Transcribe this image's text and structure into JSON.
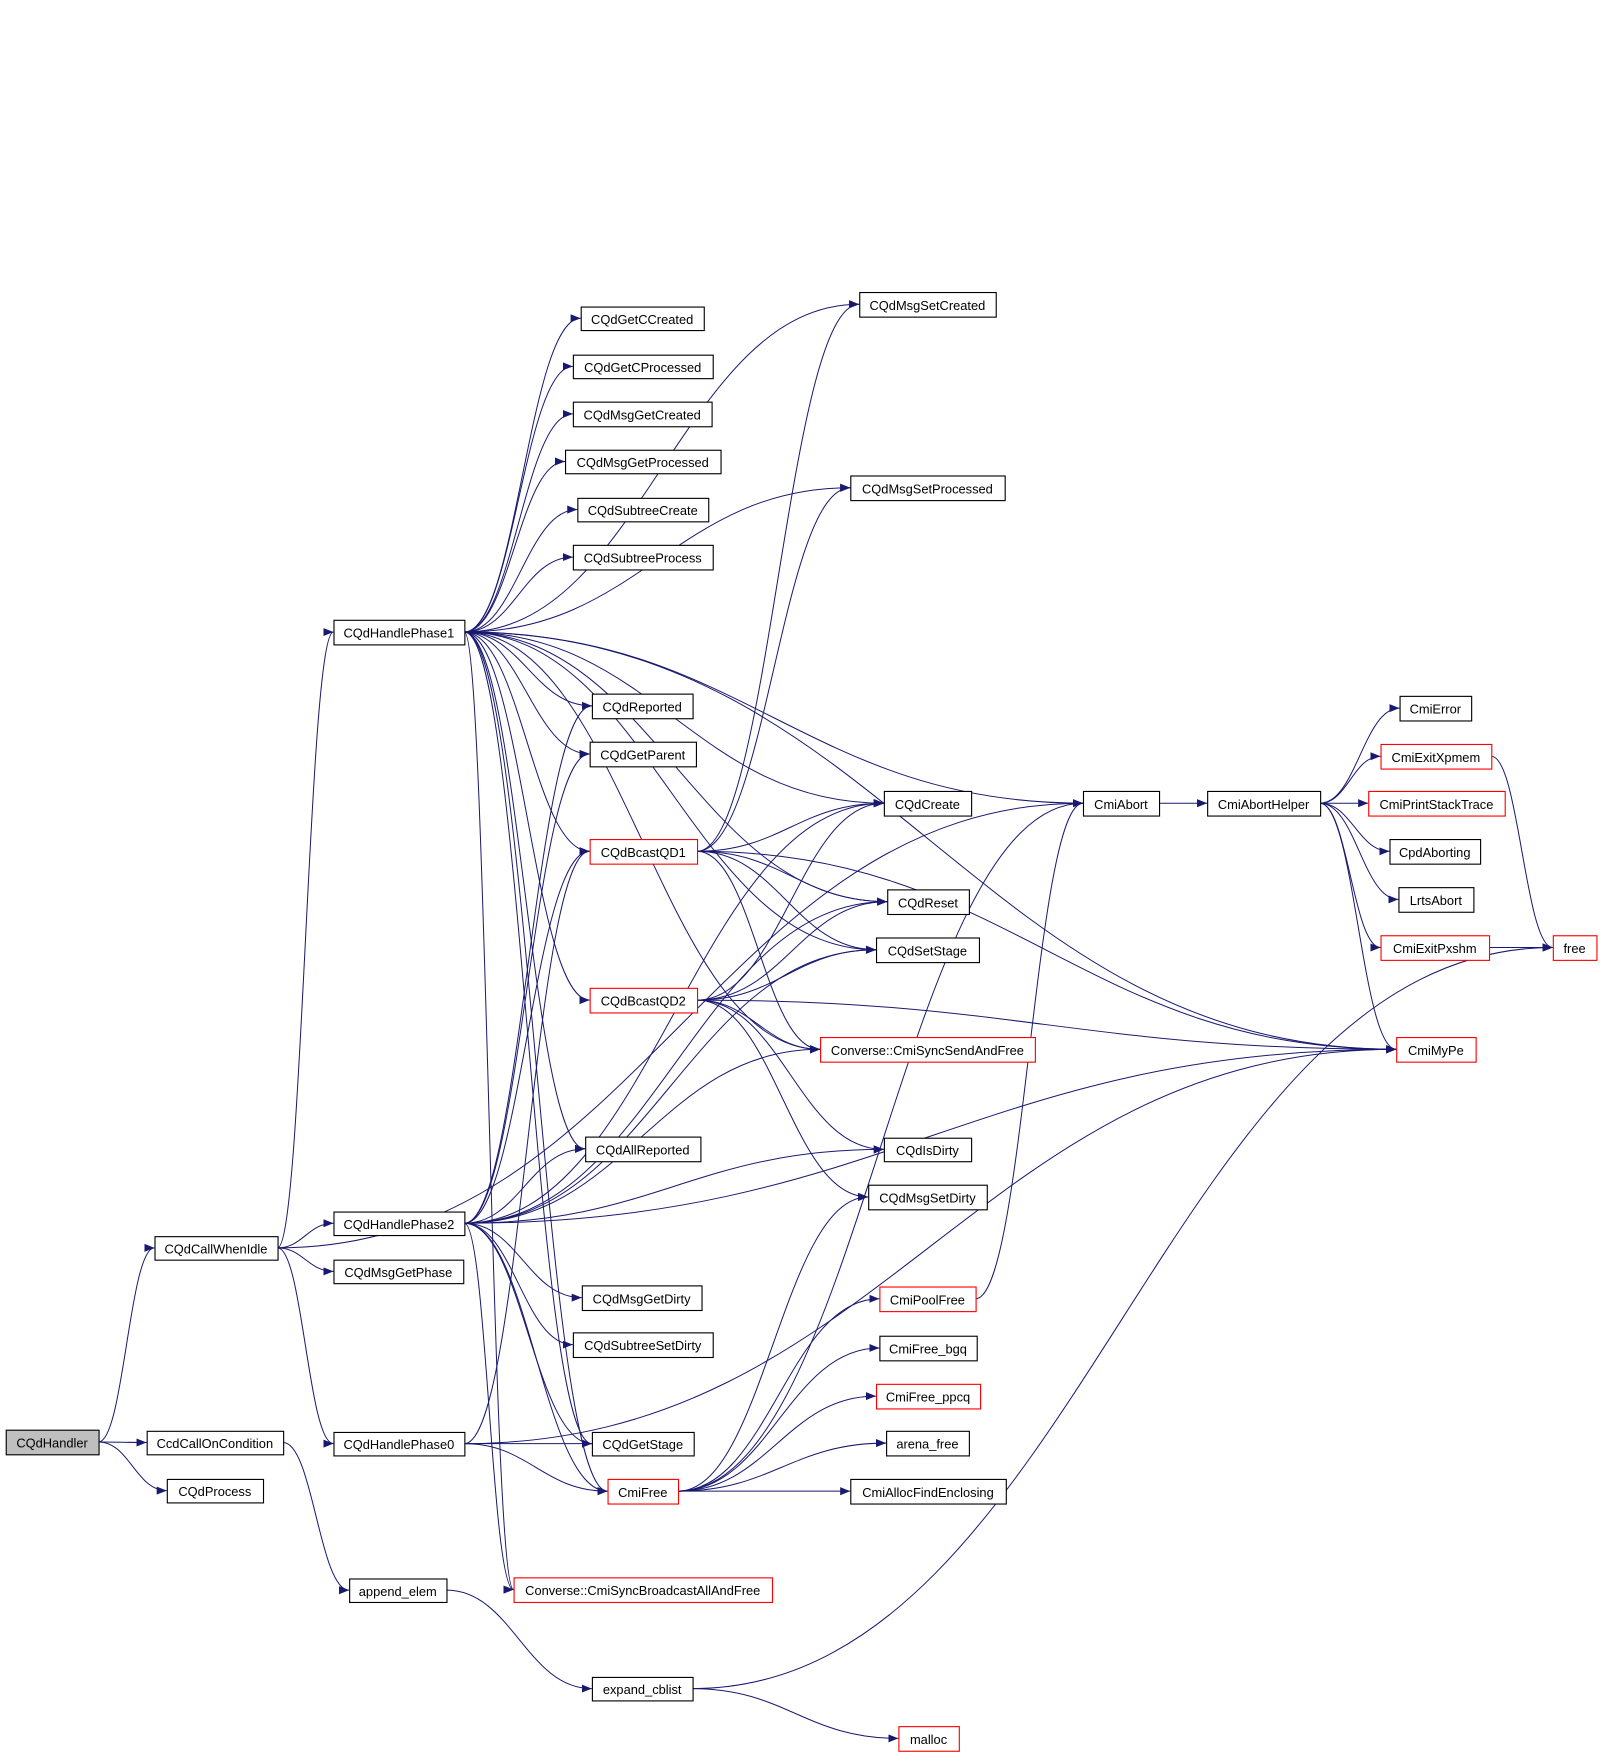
{
  "colors": {
    "edge": "#191970",
    "node_border": "#000000",
    "truncated_border": "#ff0000",
    "root_fill": "#bfbfbf"
  },
  "nodes": [
    {
      "id": "CQdHandler",
      "label": "CQdHandler",
      "style": "root"
    },
    {
      "id": "CcdCallOnCondition",
      "label": "CcdCallOnCondition"
    },
    {
      "id": "CQdProcess",
      "label": "CQdProcess"
    },
    {
      "id": "CQdCallWhenIdle",
      "label": "CQdCallWhenIdle"
    },
    {
      "id": "CQdMsgGetPhase",
      "label": "CQdMsgGetPhase"
    },
    {
      "id": "CQdHandlePhase2",
      "label": "CQdHandlePhase2"
    },
    {
      "id": "CQdHandlePhase0",
      "label": "CQdHandlePhase0"
    },
    {
      "id": "CQdHandlePhase1",
      "label": "CQdHandlePhase1"
    },
    {
      "id": "append_elem",
      "label": "append_elem"
    },
    {
      "id": "expand_cblist",
      "label": "expand_cblist"
    },
    {
      "id": "malloc",
      "label": "malloc",
      "style": "red"
    },
    {
      "id": "CQdGetCCreated",
      "label": "CQdGetCCreated"
    },
    {
      "id": "CQdGetCProcessed",
      "label": "CQdGetCProcessed"
    },
    {
      "id": "CQdMsgGetCreated",
      "label": "CQdMsgGetCreated"
    },
    {
      "id": "CQdMsgGetProcessed",
      "label": "CQdMsgGetProcessed"
    },
    {
      "id": "CQdSubtreeCreate",
      "label": "CQdSubtreeCreate"
    },
    {
      "id": "CQdSubtreeProcess",
      "label": "CQdSubtreeProcess"
    },
    {
      "id": "CQdReported",
      "label": "CQdReported"
    },
    {
      "id": "CQdGetParent",
      "label": "CQdGetParent"
    },
    {
      "id": "CQdBcastQD1",
      "label": "CQdBcastQD1",
      "style": "red"
    },
    {
      "id": "CQdBcastQD2",
      "label": "CQdBcastQD2",
      "style": "red"
    },
    {
      "id": "CQdAllReported",
      "label": "CQdAllReported"
    },
    {
      "id": "CQdMsgGetDirty",
      "label": "CQdMsgGetDirty"
    },
    {
      "id": "CQdSubtreeSetDirty",
      "label": "CQdSubtreeSetDirty"
    },
    {
      "id": "CQdGetStage",
      "label": "CQdGetStage"
    },
    {
      "id": "CmiFree",
      "label": "CmiFree",
      "style": "red"
    },
    {
      "id": "CmiSyncBroadcastAllAndFree",
      "label": "Converse::CmiSyncBroadcastAllAndFree",
      "style": "red"
    },
    {
      "id": "CQdMsgSetCreated",
      "label": "CQdMsgSetCreated"
    },
    {
      "id": "CQdMsgSetProcessed",
      "label": "CQdMsgSetProcessed"
    },
    {
      "id": "CQdCreate",
      "label": "CQdCreate"
    },
    {
      "id": "CQdReset",
      "label": "CQdReset"
    },
    {
      "id": "CQdSetStage",
      "label": "CQdSetStage"
    },
    {
      "id": "CmiSyncSendAndFree",
      "label": "Converse::CmiSyncSendAndFree",
      "style": "red"
    },
    {
      "id": "CQdIsDirty",
      "label": "CQdIsDirty"
    },
    {
      "id": "CQdMsgSetDirty",
      "label": "CQdMsgSetDirty"
    },
    {
      "id": "CmiPoolFree",
      "label": "CmiPoolFree",
      "style": "red"
    },
    {
      "id": "CmiFree_bgq",
      "label": "CmiFree_bgq"
    },
    {
      "id": "CmiFree_ppcq",
      "label": "CmiFree_ppcq",
      "style": "red"
    },
    {
      "id": "arena_free",
      "label": "arena_free"
    },
    {
      "id": "CmiAllocFindEnclosing",
      "label": "CmiAllocFindEnclosing"
    },
    {
      "id": "CmiAbort",
      "label": "CmiAbort"
    },
    {
      "id": "CmiAbortHelper",
      "label": "CmiAbortHelper"
    },
    {
      "id": "CmiError",
      "label": "CmiError"
    },
    {
      "id": "CmiExitXpmem",
      "label": "CmiExitXpmem",
      "style": "red"
    },
    {
      "id": "CmiPrintStackTrace",
      "label": "CmiPrintStackTrace",
      "style": "red"
    },
    {
      "id": "CpdAborting",
      "label": "CpdAborting"
    },
    {
      "id": "LrtsAbort",
      "label": "LrtsAbort"
    },
    {
      "id": "CmiExitPxshm",
      "label": "CmiExitPxshm",
      "style": "red"
    },
    {
      "id": "free",
      "label": "free",
      "style": "red"
    },
    {
      "id": "CmiMyPe",
      "label": "CmiMyPe",
      "style": "red"
    }
  ],
  "edges": [
    [
      "CQdHandler",
      "CQdCallWhenIdle"
    ],
    [
      "CQdHandler",
      "CcdCallOnCondition"
    ],
    [
      "CQdHandler",
      "CQdProcess"
    ],
    [
      "CQdCallWhenIdle",
      "CQdHandlePhase1"
    ],
    [
      "CQdCallWhenIdle",
      "CQdHandlePhase2"
    ],
    [
      "CQdCallWhenIdle",
      "CQdMsgGetPhase"
    ],
    [
      "CQdCallWhenIdle",
      "CQdHandlePhase0"
    ],
    [
      "CQdCallWhenIdle",
      "CmiAbort"
    ],
    [
      "CcdCallOnCondition",
      "append_elem"
    ],
    [
      "append_elem",
      "expand_cblist"
    ],
    [
      "expand_cblist",
      "malloc"
    ],
    [
      "expand_cblist",
      "free"
    ],
    [
      "CQdHandlePhase0",
      "CQdGetStage"
    ],
    [
      "CQdHandlePhase0",
      "CmiFree"
    ],
    [
      "CQdHandlePhase0",
      "CQdBcastQD1"
    ],
    [
      "CQdHandlePhase0",
      "CmiMyPe"
    ],
    [
      "CQdHandlePhase1",
      "CQdGetCCreated"
    ],
    [
      "CQdHandlePhase1",
      "CQdGetCProcessed"
    ],
    [
      "CQdHandlePhase1",
      "CQdMsgGetCreated"
    ],
    [
      "CQdHandlePhase1",
      "CQdMsgGetProcessed"
    ],
    [
      "CQdHandlePhase1",
      "CQdSubtreeCreate"
    ],
    [
      "CQdHandlePhase1",
      "CQdSubtreeProcess"
    ],
    [
      "CQdHandlePhase1",
      "CQdReported"
    ],
    [
      "CQdHandlePhase1",
      "CQdGetParent"
    ],
    [
      "CQdHandlePhase1",
      "CQdBcastQD1"
    ],
    [
      "CQdHandlePhase1",
      "CQdBcastQD2"
    ],
    [
      "CQdHandlePhase1",
      "CQdAllReported"
    ],
    [
      "CQdHandlePhase1",
      "CQdMsgSetCreated"
    ],
    [
      "CQdHandlePhase1",
      "CQdMsgSetProcessed"
    ],
    [
      "CQdHandlePhase1",
      "CQdCreate"
    ],
    [
      "CQdHandlePhase1",
      "CQdReset"
    ],
    [
      "CQdHandlePhase1",
      "CQdSetStage"
    ],
    [
      "CQdHandlePhase1",
      "CmiSyncSendAndFree"
    ],
    [
      "CQdHandlePhase1",
      "CmiMyPe"
    ],
    [
      "CQdHandlePhase1",
      "CmiAbort"
    ],
    [
      "CQdHandlePhase1",
      "CQdGetStage"
    ],
    [
      "CQdHandlePhase1",
      "CmiFree"
    ],
    [
      "CQdHandlePhase1",
      "CmiSyncBroadcastAllAndFree"
    ],
    [
      "CQdHandlePhase2",
      "CQdReported"
    ],
    [
      "CQdHandlePhase2",
      "CQdGetParent"
    ],
    [
      "CQdHandlePhase2",
      "CQdBcastQD1"
    ],
    [
      "CQdHandlePhase2",
      "CQdAllReported"
    ],
    [
      "CQdHandlePhase2",
      "CQdMsgGetDirty"
    ],
    [
      "CQdHandlePhase2",
      "CQdSubtreeSetDirty"
    ],
    [
      "CQdHandlePhase2",
      "CQdGetStage"
    ],
    [
      "CQdHandlePhase2",
      "CmiFree"
    ],
    [
      "CQdHandlePhase2",
      "CQdCreate"
    ],
    [
      "CQdHandlePhase2",
      "CQdReset"
    ],
    [
      "CQdHandlePhase2",
      "CQdSetStage"
    ],
    [
      "CQdHandlePhase2",
      "CmiSyncSendAndFree"
    ],
    [
      "CQdHandlePhase2",
      "CQdIsDirty"
    ],
    [
      "CQdHandlePhase2",
      "CmiMyPe"
    ],
    [
      "CQdHandlePhase2",
      "CmiSyncBroadcastAllAndFree"
    ],
    [
      "CQdBcastQD1",
      "CQdCreate"
    ],
    [
      "CQdBcastQD1",
      "CQdReset"
    ],
    [
      "CQdBcastQD1",
      "CQdSetStage"
    ],
    [
      "CQdBcastQD1",
      "CmiSyncSendAndFree"
    ],
    [
      "CQdBcastQD1",
      "CmiMyPe"
    ],
    [
      "CQdBcastQD1",
      "CQdMsgSetCreated"
    ],
    [
      "CQdBcastQD1",
      "CQdMsgSetProcessed"
    ],
    [
      "CQdBcastQD2",
      "CQdCreate"
    ],
    [
      "CQdBcastQD2",
      "CQdReset"
    ],
    [
      "CQdBcastQD2",
      "CQdSetStage"
    ],
    [
      "CQdBcastQD2",
      "CmiSyncSendAndFree"
    ],
    [
      "CQdBcastQD2",
      "CmiMyPe"
    ],
    [
      "CQdBcastQD2",
      "CQdIsDirty"
    ],
    [
      "CQdBcastQD2",
      "CQdMsgSetDirty"
    ],
    [
      "CmiFree",
      "CmiPoolFree"
    ],
    [
      "CmiFree",
      "CmiFree_bgq"
    ],
    [
      "CmiFree",
      "CmiFree_ppcq"
    ],
    [
      "CmiFree",
      "arena_free"
    ],
    [
      "CmiFree",
      "CmiAllocFindEnclosing"
    ],
    [
      "CmiFree",
      "CmiAbort"
    ],
    [
      "CmiFree",
      "CQdMsgSetDirty"
    ],
    [
      "CmiPoolFree",
      "CmiAbort"
    ],
    [
      "CmiAbort",
      "CmiAbortHelper"
    ],
    [
      "CmiAbortHelper",
      "CmiError"
    ],
    [
      "CmiAbortHelper",
      "CmiExitXpmem"
    ],
    [
      "CmiAbortHelper",
      "CmiPrintStackTrace"
    ],
    [
      "CmiAbortHelper",
      "CpdAborting"
    ],
    [
      "CmiAbortHelper",
      "LrtsAbort"
    ],
    [
      "CmiAbortHelper",
      "CmiExitPxshm"
    ],
    [
      "CmiAbortHelper",
      "CmiMyPe"
    ],
    [
      "CmiExitXpmem",
      "free"
    ],
    [
      "CmiExitPxshm",
      "free"
    ]
  ]
}
